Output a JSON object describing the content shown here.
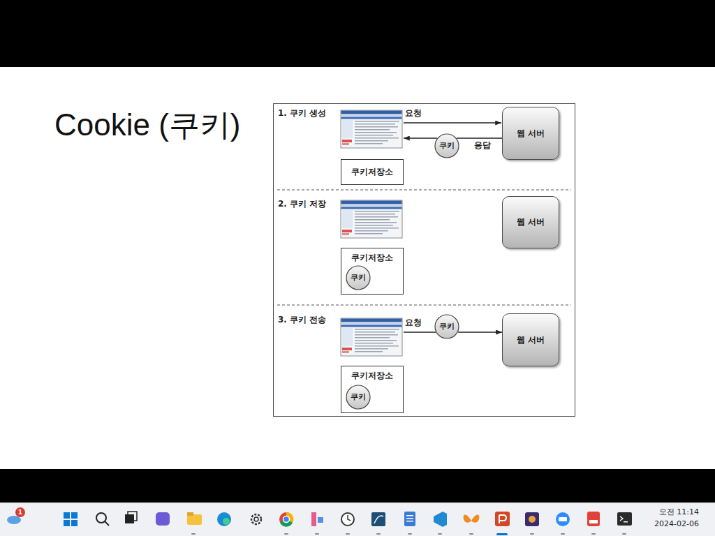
{
  "diagram": {
    "title": "Cookie (쿠키)",
    "nodes": [
      {
        "text": [
          "웹 서버"
        ]
      },
      {
        "text": [
          "쿠키"
        ]
      },
      {
        "text": [
          "쿠키저장소"
        ]
      },
      {
        "text": [
          "쿠키저장소"
        ]
      },
      {
        "text": [
          "쿠키"
        ],
        "in": 3
      },
      {
        "text": [
          "웹 서버"
        ]
      },
      {
        "text": [
          "쿠키"
        ]
      },
      {
        "text": [
          "웹 서버"
        ]
      },
      {
        "text": [
          "쿠키저장소"
        ]
      },
      {
        "text": [
          "쿠키"
        ],
        "in": 8
      }
    ],
    "edges": [
      {
        "from": 0,
        "to": 1,
        "arrow": "none",
        "label": "응답"
      },
      {
        "from": 6,
        "to": 7,
        "arrow": "to"
      }
    ],
    "labels": [
      "1. 쿠키 생성",
      "요청",
      "2. 쿠키 저장",
      "3. 쿠키 전송",
      "요청",
      "1",
      "오전 11:14",
      "2024-02-06"
    ]
  }
}
